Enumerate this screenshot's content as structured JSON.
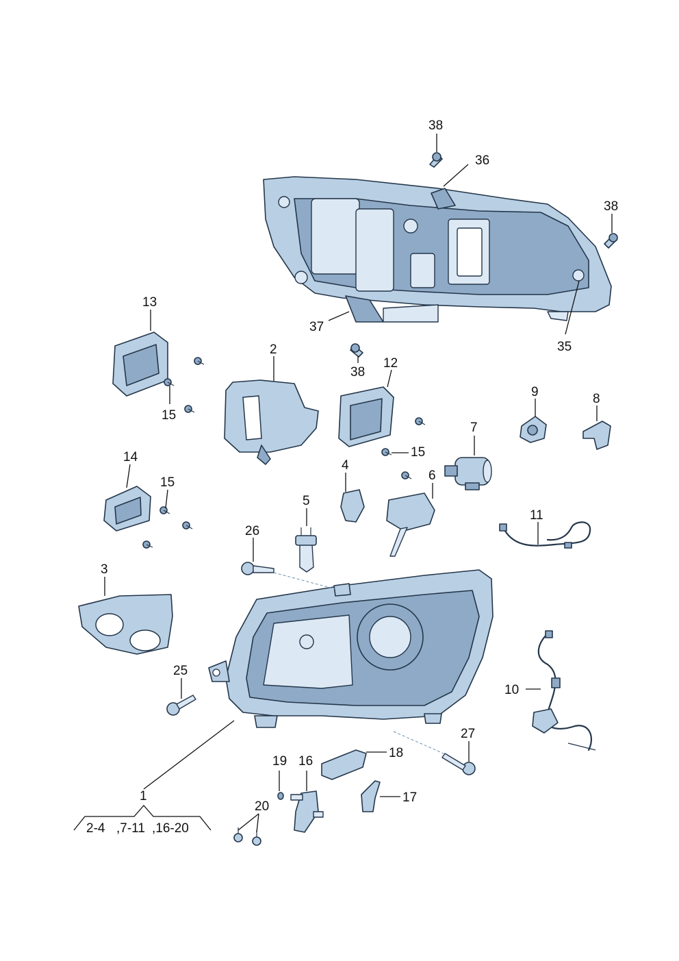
{
  "callouts": [
    {
      "id": "c1",
      "text": "1"
    },
    {
      "id": "c2",
      "text": "2"
    },
    {
      "id": "c3",
      "text": "3"
    },
    {
      "id": "c4",
      "text": "4"
    },
    {
      "id": "c5",
      "text": "5"
    },
    {
      "id": "c6",
      "text": "6"
    },
    {
      "id": "c7",
      "text": "7"
    },
    {
      "id": "c8",
      "text": "8"
    },
    {
      "id": "c9",
      "text": "9"
    },
    {
      "id": "c10",
      "text": "10"
    },
    {
      "id": "c11",
      "text": "11"
    },
    {
      "id": "c12",
      "text": "12"
    },
    {
      "id": "c13",
      "text": "13"
    },
    {
      "id": "c14",
      "text": "14"
    },
    {
      "id": "c15a",
      "text": "15"
    },
    {
      "id": "c15b",
      "text": "15"
    },
    {
      "id": "c15c",
      "text": "15"
    },
    {
      "id": "c16",
      "text": "16"
    },
    {
      "id": "c17",
      "text": "17"
    },
    {
      "id": "c18",
      "text": "18"
    },
    {
      "id": "c19",
      "text": "19"
    },
    {
      "id": "c20",
      "text": "20"
    },
    {
      "id": "c25",
      "text": "25"
    },
    {
      "id": "c26",
      "text": "26"
    },
    {
      "id": "c27",
      "text": "27"
    },
    {
      "id": "c35",
      "text": "35"
    },
    {
      "id": "c36",
      "text": "36"
    },
    {
      "id": "c37",
      "text": "37"
    },
    {
      "id": "c38a",
      "text": "38"
    },
    {
      "id": "c38b",
      "text": "38"
    },
    {
      "id": "c38c",
      "text": "38"
    }
  ],
  "subassembly": {
    "ranges": [
      "2-4",
      ",7-11",
      ",16-20"
    ]
  },
  "colors": {
    "part_fill": "#b9cfe4",
    "part_dark": "#8eaac6",
    "outline": "#24364a",
    "leader": "#111111"
  }
}
